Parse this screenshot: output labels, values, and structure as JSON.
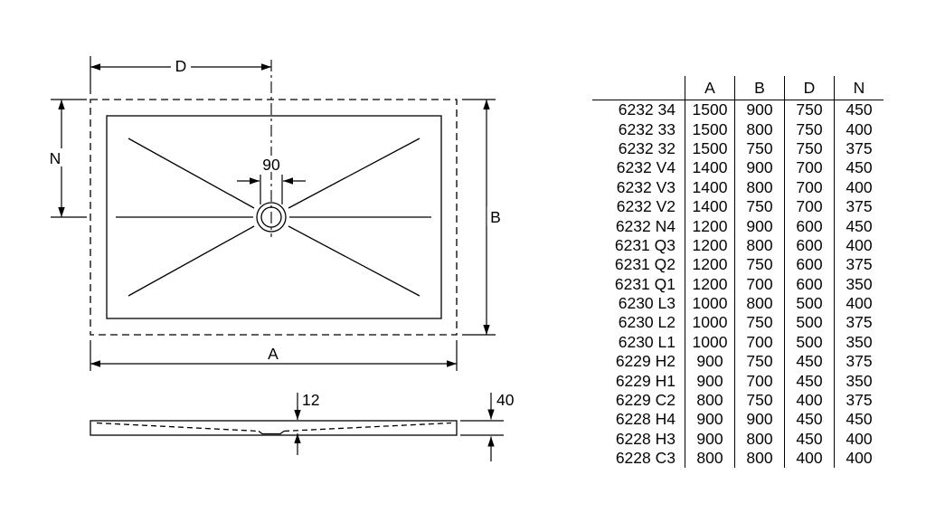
{
  "diagram": {
    "labels": {
      "width_top": "D",
      "height_left": "N",
      "height_right": "B",
      "width_bottom": "A",
      "drain_size": "90",
      "inner_depth": "12",
      "edge_height": "40"
    }
  },
  "table": {
    "headers": [
      "",
      "A",
      "B",
      "D",
      "N"
    ],
    "rows": [
      [
        "6232 34",
        "1500",
        "900",
        "750",
        "450"
      ],
      [
        "6232 33",
        "1500",
        "800",
        "750",
        "400"
      ],
      [
        "6232 32",
        "1500",
        "750",
        "750",
        "375"
      ],
      [
        "6232 V4",
        "1400",
        "900",
        "700",
        "450"
      ],
      [
        "6232 V3",
        "1400",
        "800",
        "700",
        "400"
      ],
      [
        "6232 V2",
        "1400",
        "750",
        "700",
        "375"
      ],
      [
        "6232 N4",
        "1200",
        "900",
        "600",
        "450"
      ],
      [
        "6231 Q3",
        "1200",
        "800",
        "600",
        "400"
      ],
      [
        "6231 Q2",
        "1200",
        "750",
        "600",
        "375"
      ],
      [
        "6231 Q1",
        "1200",
        "700",
        "600",
        "350"
      ],
      [
        "6230 L3",
        "1000",
        "800",
        "500",
        "400"
      ],
      [
        "6230 L2",
        "1000",
        "750",
        "500",
        "375"
      ],
      [
        "6230 L1",
        "1000",
        "700",
        "500",
        "350"
      ],
      [
        "6229 H2",
        "900",
        "750",
        "450",
        "375"
      ],
      [
        "6229 H1",
        "900",
        "700",
        "450",
        "350"
      ],
      [
        "6229 C2",
        "800",
        "750",
        "400",
        "375"
      ],
      [
        "6228 H4",
        "900",
        "900",
        "450",
        "450"
      ],
      [
        "6228 H3",
        "900",
        "800",
        "450",
        "400"
      ],
      [
        "6228 C3",
        "800",
        "800",
        "400",
        "400"
      ]
    ]
  }
}
